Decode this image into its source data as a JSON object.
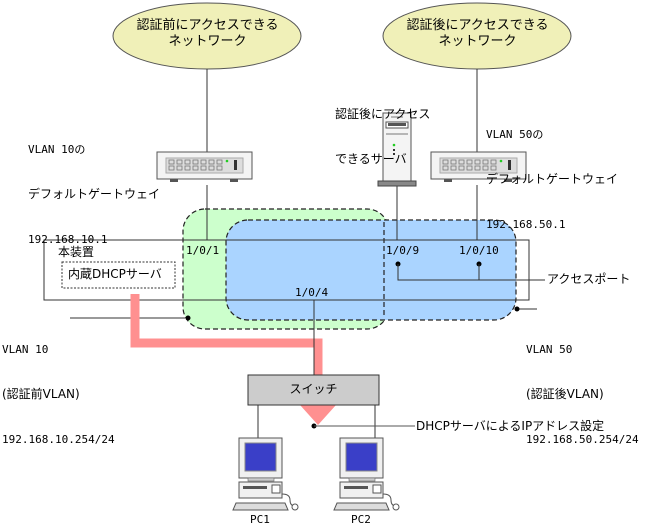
{
  "clouds": {
    "pre_auth": [
      "認証前にアクセスできる",
      "ネットワーク"
    ],
    "post_auth": [
      "認証後にアクセスできる",
      "ネットワーク"
    ]
  },
  "gateways": {
    "vlan10": {
      "title": "VLAN 10の",
      "subtitle": "デフォルトゲートウェイ",
      "ip": "192.168.10.1"
    },
    "vlan50": {
      "title": "VLAN 50の",
      "subtitle": "デフォルトゲートウェイ",
      "ip": "192.168.50.1"
    }
  },
  "server": {
    "label_line1": "認証後にアクセス",
    "label_line2": "できるサーバ"
  },
  "device": {
    "name": "本装置",
    "dhcp_server": "内蔵DHCPサーバ",
    "ports": {
      "p1": "1/0/1",
      "p4": "1/0/4",
      "p9": "1/0/9",
      "p10": "1/0/10"
    }
  },
  "vlans": {
    "vlan10": {
      "name": "VLAN 10",
      "desc": "(認証前VLAN)",
      "ip": "192.168.10.254/24",
      "color": "#ccffcc"
    },
    "vlan50": {
      "name": "VLAN 50",
      "desc": "(認証後VLAN)",
      "ip": "192.168.50.254/24",
      "color": "#aad4ff"
    }
  },
  "annotations": {
    "access_port": "アクセスポート",
    "dhcp_assign": "DHCPサーバによるIPアドレス設定"
  },
  "switch": {
    "label": "スイッチ"
  },
  "pcs": [
    "PC1",
    "PC2"
  ],
  "colors": {
    "cloud_fill": "#f0f0b8",
    "dhcp_arrow": "#ff9090",
    "switch_fill": "#cccccc"
  }
}
